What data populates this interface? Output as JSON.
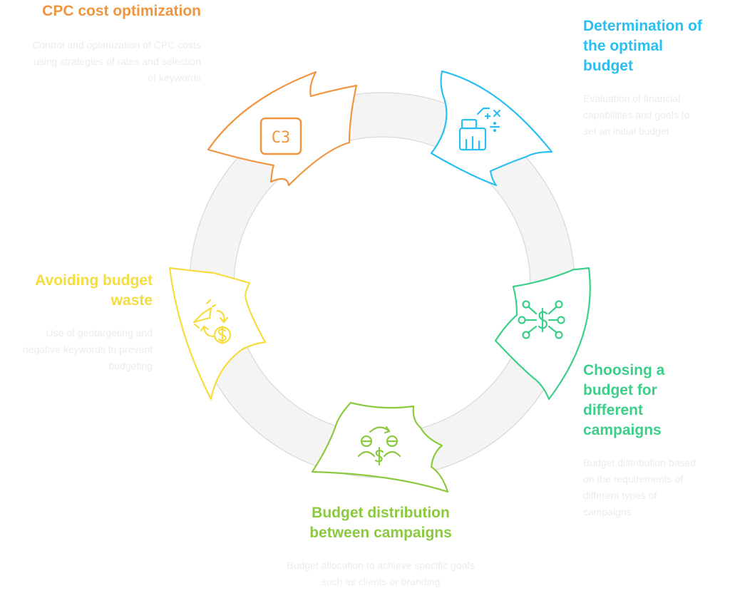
{
  "colors": {
    "orange": "#f0953f",
    "blue": "#29bff0",
    "green": "#3ccf89",
    "lime": "#8bc93f",
    "yellow": "#f5dc3f",
    "ring": "#f6f6f6",
    "ring_stroke": "#dddddd",
    "desc_text": "#ececec"
  },
  "steps": [
    {
      "id": "cpc",
      "title": "CPC cost optimization",
      "description": "Control and optimization of CPC costs using strategies of rates and selection of keywords",
      "icon": "c3-badge-icon",
      "icon_text": "C3"
    },
    {
      "id": "optimal",
      "title": "Determination of the optimal budget",
      "description": "Evaluation of financial capabilities and goals to set an initial budget",
      "icon": "calculator-chart-icon"
    },
    {
      "id": "choosing",
      "title": "Choosing a budget for different campaigns",
      "description": "Budget distribution based on the requirements of different types of campaigns",
      "icon": "dollar-network-icon"
    },
    {
      "id": "distribution",
      "title": "Budget distribution between campaigns",
      "description": "Budget allocation to achieve specific goals such as clients or branding",
      "icon": "people-exchange-icon"
    },
    {
      "id": "waste",
      "title": "Avoiding budget waste",
      "description": "Use of geotargeting and negative keywords to prevent budgeting",
      "icon": "megaphone-dollar-icon"
    }
  ]
}
